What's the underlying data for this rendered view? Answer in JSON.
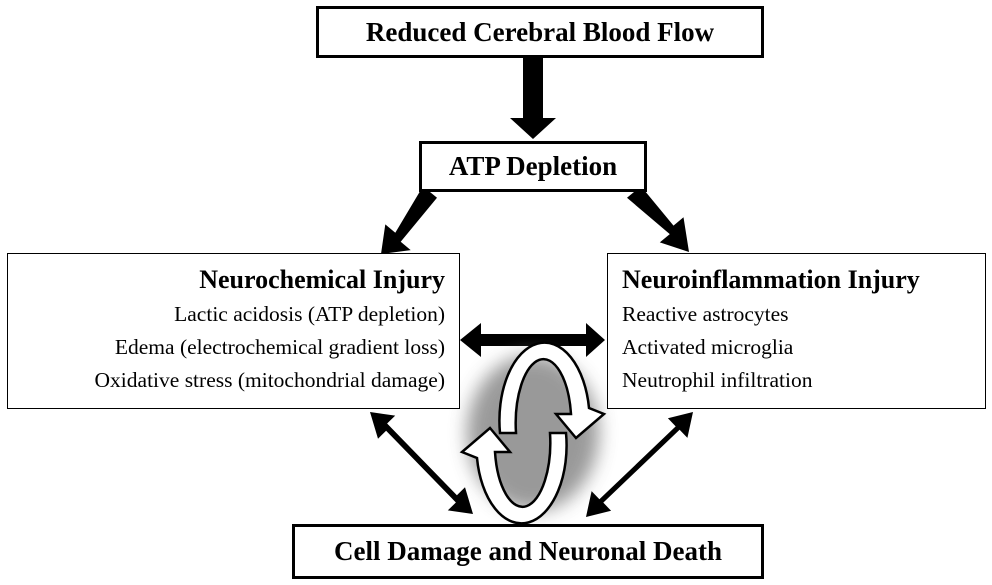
{
  "boxes": {
    "top": {
      "label": "Reduced Cerebral Blood Flow"
    },
    "atp": {
      "label": "ATP Depletion"
    },
    "left": {
      "title": "Neurochemical Injury",
      "items": [
        "Lactic acidosis (ATP depletion)",
        "Edema (electrochemical gradient loss)",
        "Oxidative stress (mitochondrial damage)"
      ]
    },
    "right": {
      "title": "Neuroinflammation Injury",
      "items": [
        "Reactive astrocytes",
        "Activated microglia",
        "Neutrophil infiltration"
      ]
    },
    "bottom": {
      "label": "Cell Damage and Neuronal Death"
    }
  },
  "colors": {
    "stroke": "#000000",
    "background": "#ffffff",
    "cycle_glow": "#9a9a9a"
  },
  "icons": {
    "cycle": "circular-arrows-icon"
  }
}
